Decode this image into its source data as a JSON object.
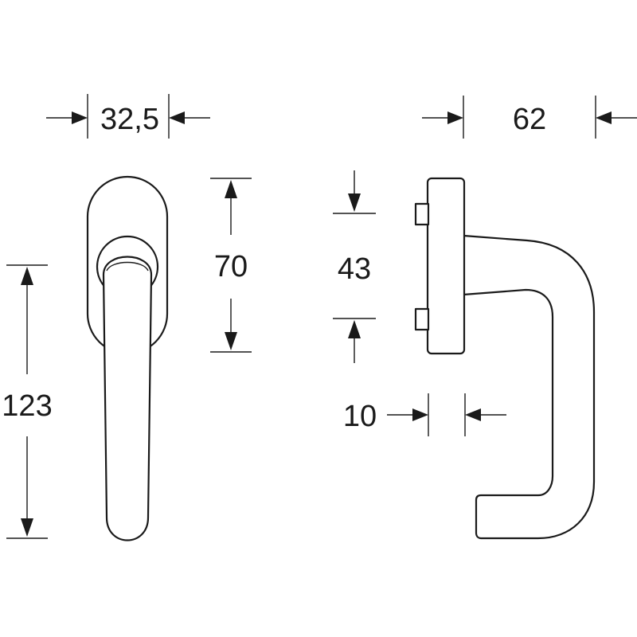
{
  "dimensions": {
    "front_width": "32,5",
    "front_height": "123",
    "rosette_height": "70",
    "side_depth": "62",
    "pin_spacing": "43",
    "plate_thickness": "10"
  },
  "colors": {
    "line": "#1a1a1a",
    "background": "#ffffff"
  }
}
